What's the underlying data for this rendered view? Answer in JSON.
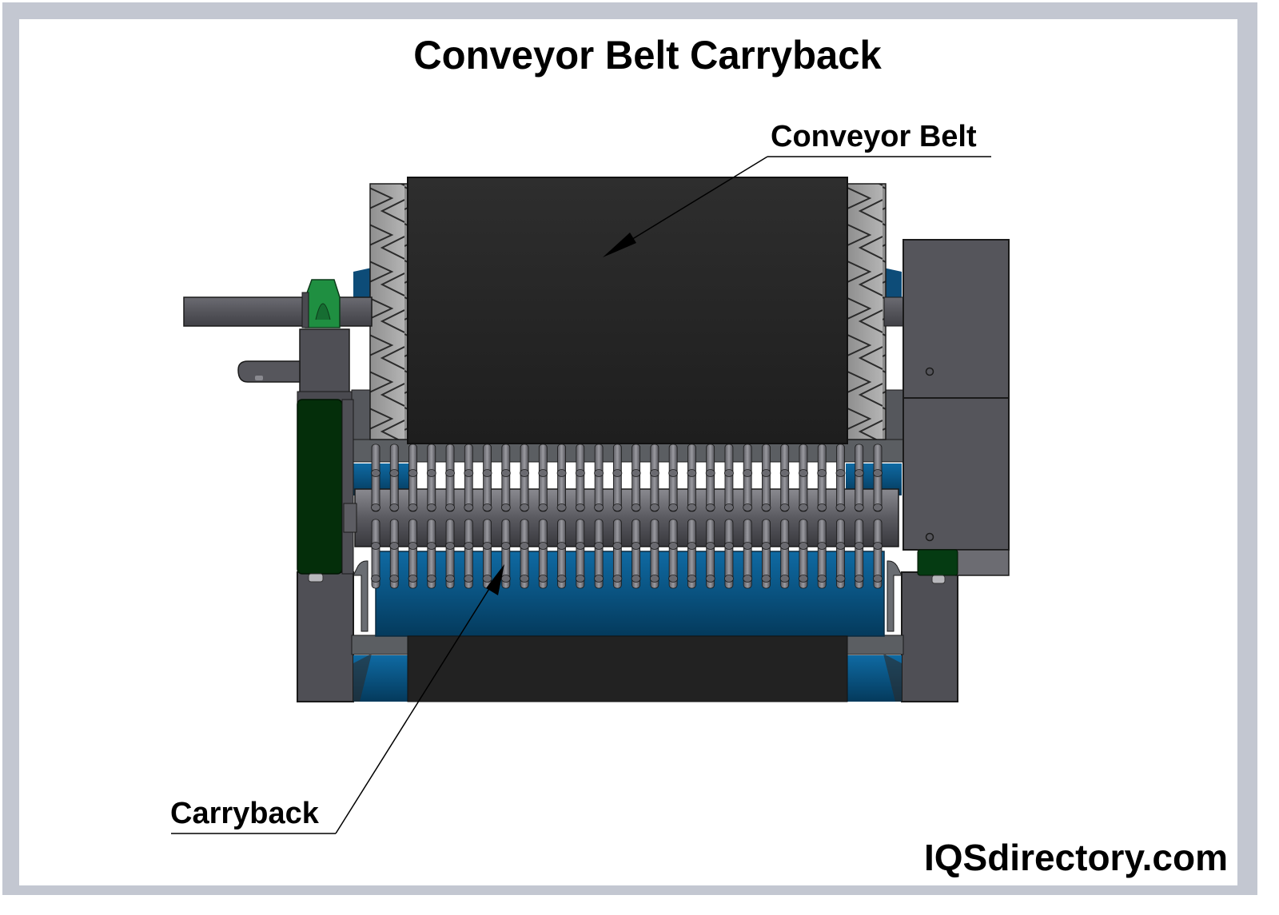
{
  "diagram": {
    "title": "Conveyor Belt Carryback",
    "labels": {
      "conveyor_belt": "Conveyor Belt",
      "carryback": "Carryback"
    },
    "brand": "IQSdirectory.com",
    "components": [
      "conveyor-belt",
      "drive-pulley-lagging",
      "brush-cleaner-roller",
      "return-idler-roller",
      "motor-housing",
      "shaft",
      "bearing-mount",
      "frame-legs"
    ],
    "brush_bristle_count": 28,
    "colors": {
      "frame_border": "#c3c7d1",
      "belt": "#222222",
      "roller_blue": "#0d5a8c",
      "steel": "#58585e",
      "bearing_green": "#1e8a3e",
      "guard_green": "#06330d",
      "lagging": "#9a9a9a"
    }
  }
}
